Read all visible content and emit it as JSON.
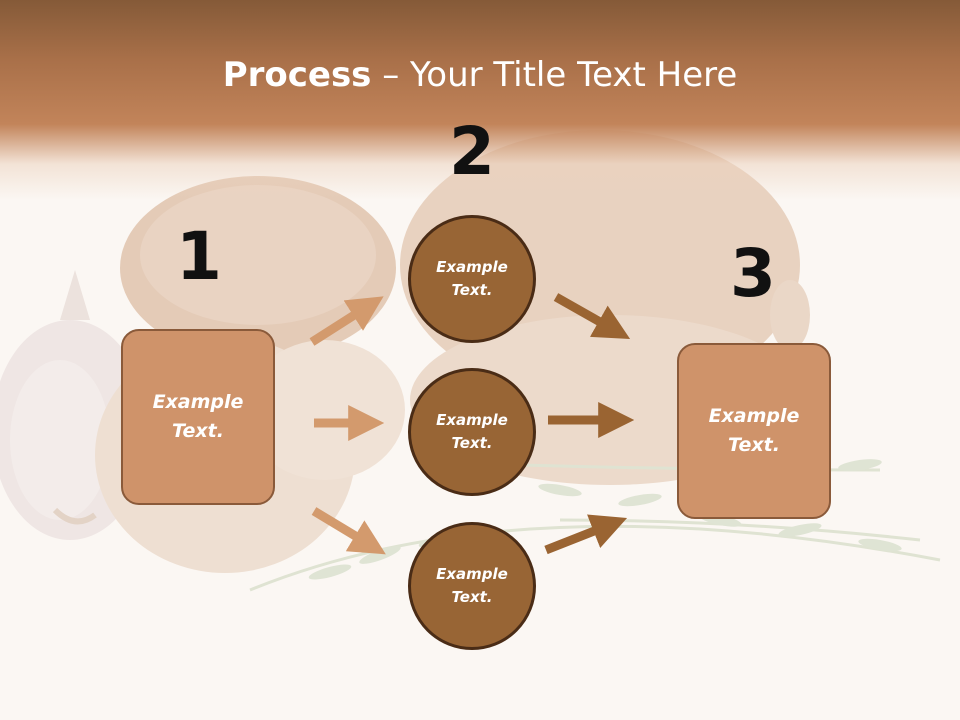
{
  "title": {
    "bold": "Process",
    "rest": " – Your Title Text Here"
  },
  "steps": [
    {
      "number": "1",
      "label": "Example Text."
    },
    {
      "number": "2",
      "label": "Example Text."
    },
    {
      "number": "3",
      "label": "Example Text."
    }
  ],
  "circles": [
    {
      "label": "Example Text."
    },
    {
      "label": "Example Text."
    },
    {
      "label": "Example Text."
    }
  ],
  "colors": {
    "header": "#a97049",
    "box_fill": "#cf936a",
    "circle_fill": "#986535",
    "arrow_light": "#d39a6d",
    "arrow_dark": "#9a6432"
  }
}
